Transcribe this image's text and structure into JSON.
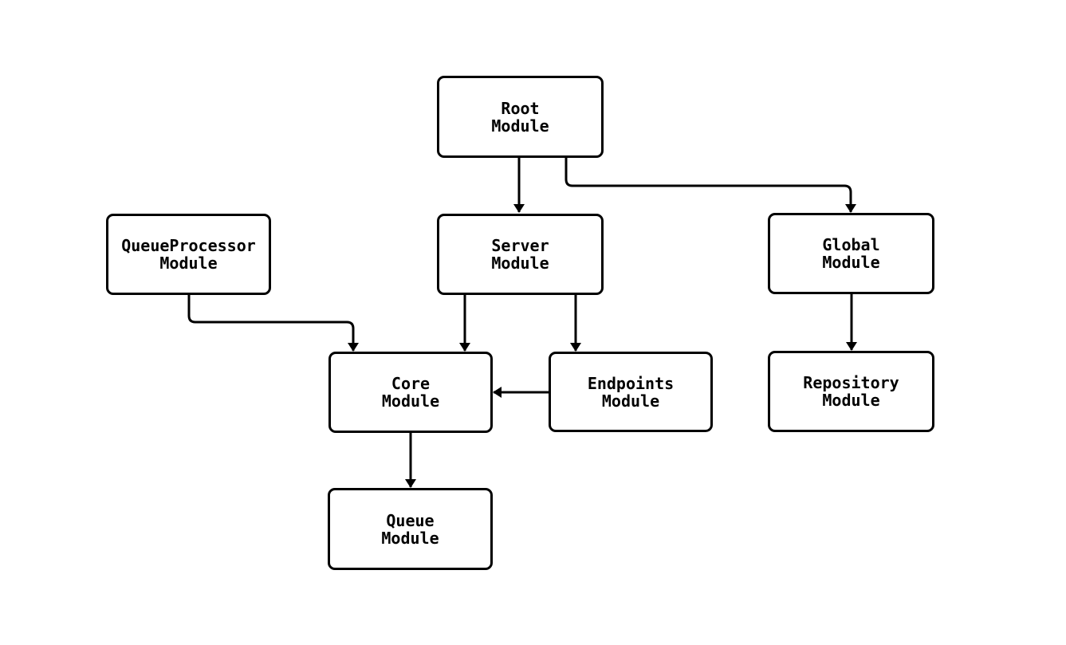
{
  "diagram": {
    "type": "flowchart",
    "colors": {
      "background": "#ffffff",
      "node_fill": "#ffffff",
      "node_border": "#000000",
      "edge": "#000000",
      "text": "#000000"
    },
    "nodes": [
      {
        "id": "root-module",
        "line1": "Root",
        "line2": "Module"
      },
      {
        "id": "queueprocessor-module",
        "line1": "QueueProcessor",
        "line2": "Module"
      },
      {
        "id": "server-module",
        "line1": "Server",
        "line2": "Module"
      },
      {
        "id": "global-module",
        "line1": "Global",
        "line2": "Module"
      },
      {
        "id": "core-module",
        "line1": "Core",
        "line2": "Module"
      },
      {
        "id": "endpoints-module",
        "line1": "Endpoints",
        "line2": "Module"
      },
      {
        "id": "repository-module",
        "line1": "Repository",
        "line2": "Module"
      },
      {
        "id": "queue-module",
        "line1": "Queue",
        "line2": "Module"
      }
    ],
    "edges": [
      {
        "from": "Root Module",
        "to": "Server Module"
      },
      {
        "from": "Root Module",
        "to": "Global Module"
      },
      {
        "from": "QueueProcessor Module",
        "to": "Core Module"
      },
      {
        "from": "Server Module",
        "to": "Core Module"
      },
      {
        "from": "Server Module",
        "to": "Endpoints Module"
      },
      {
        "from": "Endpoints Module",
        "to": "Core Module"
      },
      {
        "from": "Global Module",
        "to": "Repository Module"
      },
      {
        "from": "Core Module",
        "to": "Queue Module"
      }
    ]
  }
}
